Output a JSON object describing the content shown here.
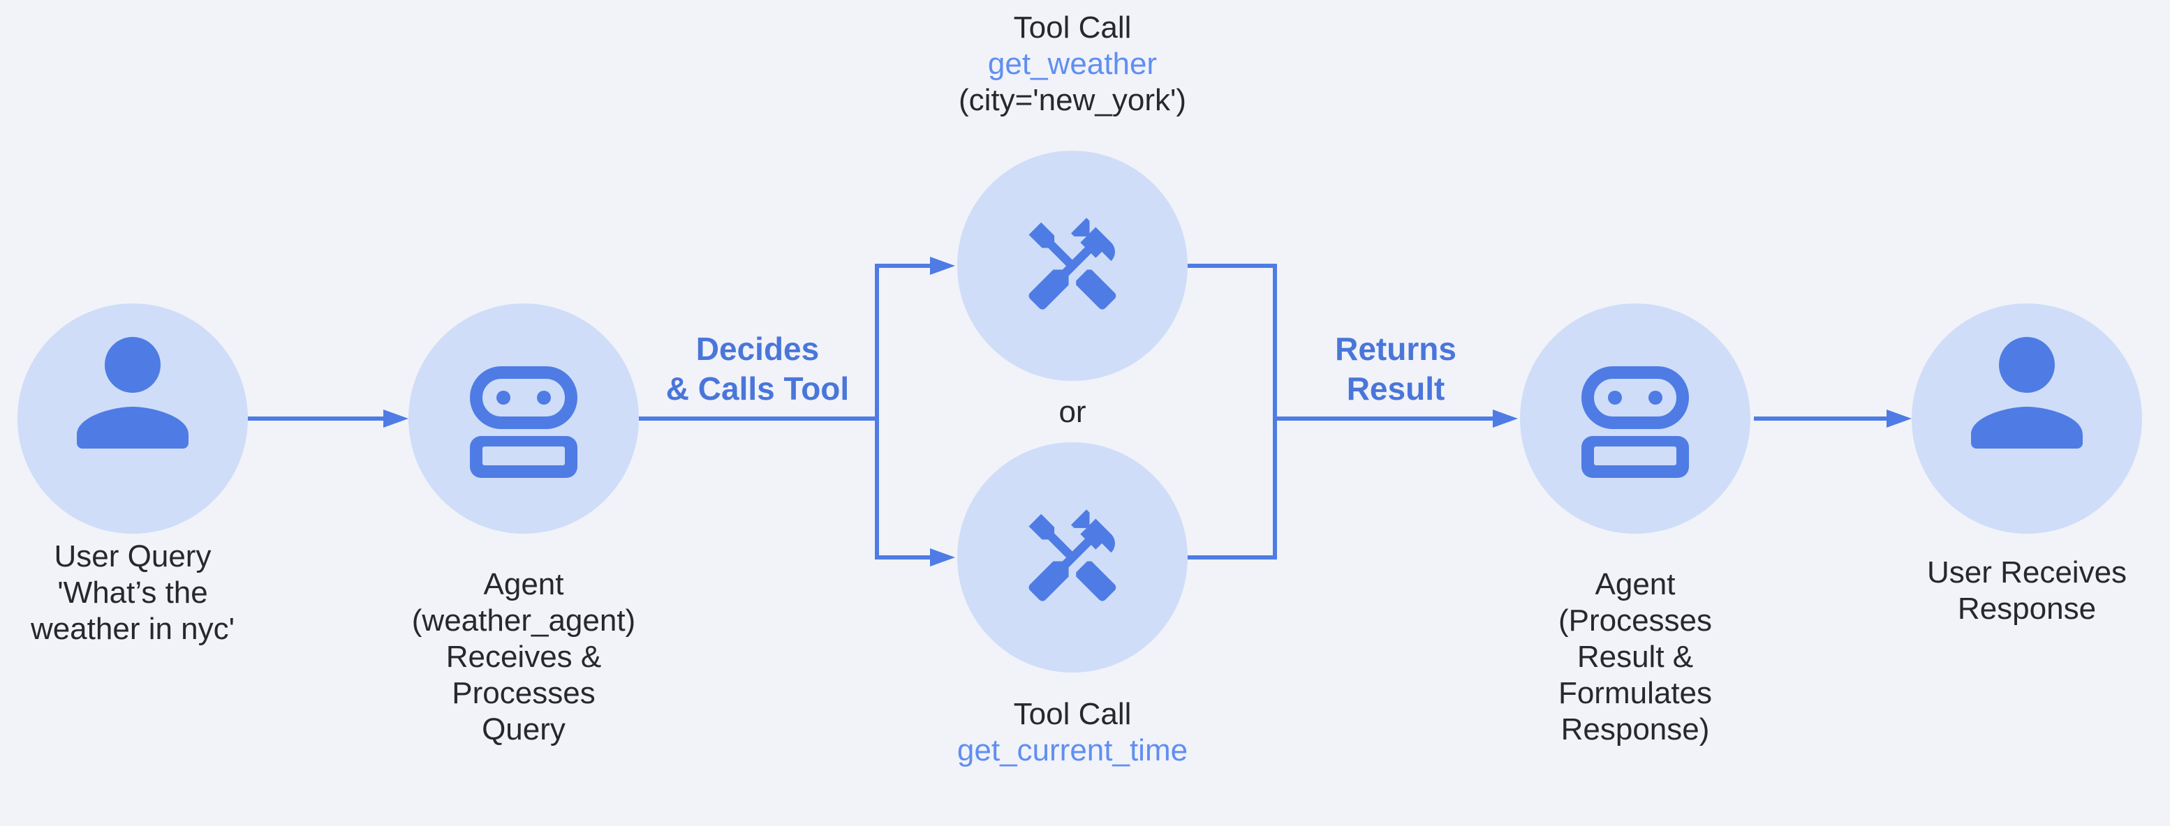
{
  "colors": {
    "background": "#f1f3f9",
    "circle_fill": "#cfddf8",
    "icon_blue": "#4e7ce4",
    "line_blue": "#4e7ce4",
    "edge_label_blue": "#4a76da",
    "tool_name_blue": "#608ef2",
    "text_dark": "#26282d"
  },
  "nodes": {
    "user_query": {
      "icon": "person-icon",
      "lines": [
        "User Query",
        "'What’s the",
        "weather in nyc'"
      ]
    },
    "agent_in": {
      "icon": "robot-icon",
      "lines": [
        "Agent",
        "(weather_agent)",
        "Receives &",
        "Processes",
        "Query"
      ]
    },
    "tool_get_weather": {
      "icon": "handyman-icon",
      "lines": [
        "Tool Call",
        "get_weather",
        "(city='new_york')"
      ]
    },
    "tool_get_current_time": {
      "icon": "handyman-icon",
      "lines": [
        "Tool Call",
        "get_current_time"
      ]
    },
    "agent_out": {
      "icon": "robot-icon",
      "lines": [
        "Agent",
        "(Processes",
        "Result &",
        "Formulates",
        "Response)"
      ]
    },
    "user_response": {
      "icon": "person-icon",
      "lines": [
        "User Receives",
        "Response"
      ]
    }
  },
  "edges": {
    "decides_calls_tool": {
      "lines": [
        "Decides",
        "& Calls Tool"
      ]
    },
    "returns_result": {
      "lines": [
        "Returns",
        "Result"
      ]
    },
    "or": "or"
  }
}
